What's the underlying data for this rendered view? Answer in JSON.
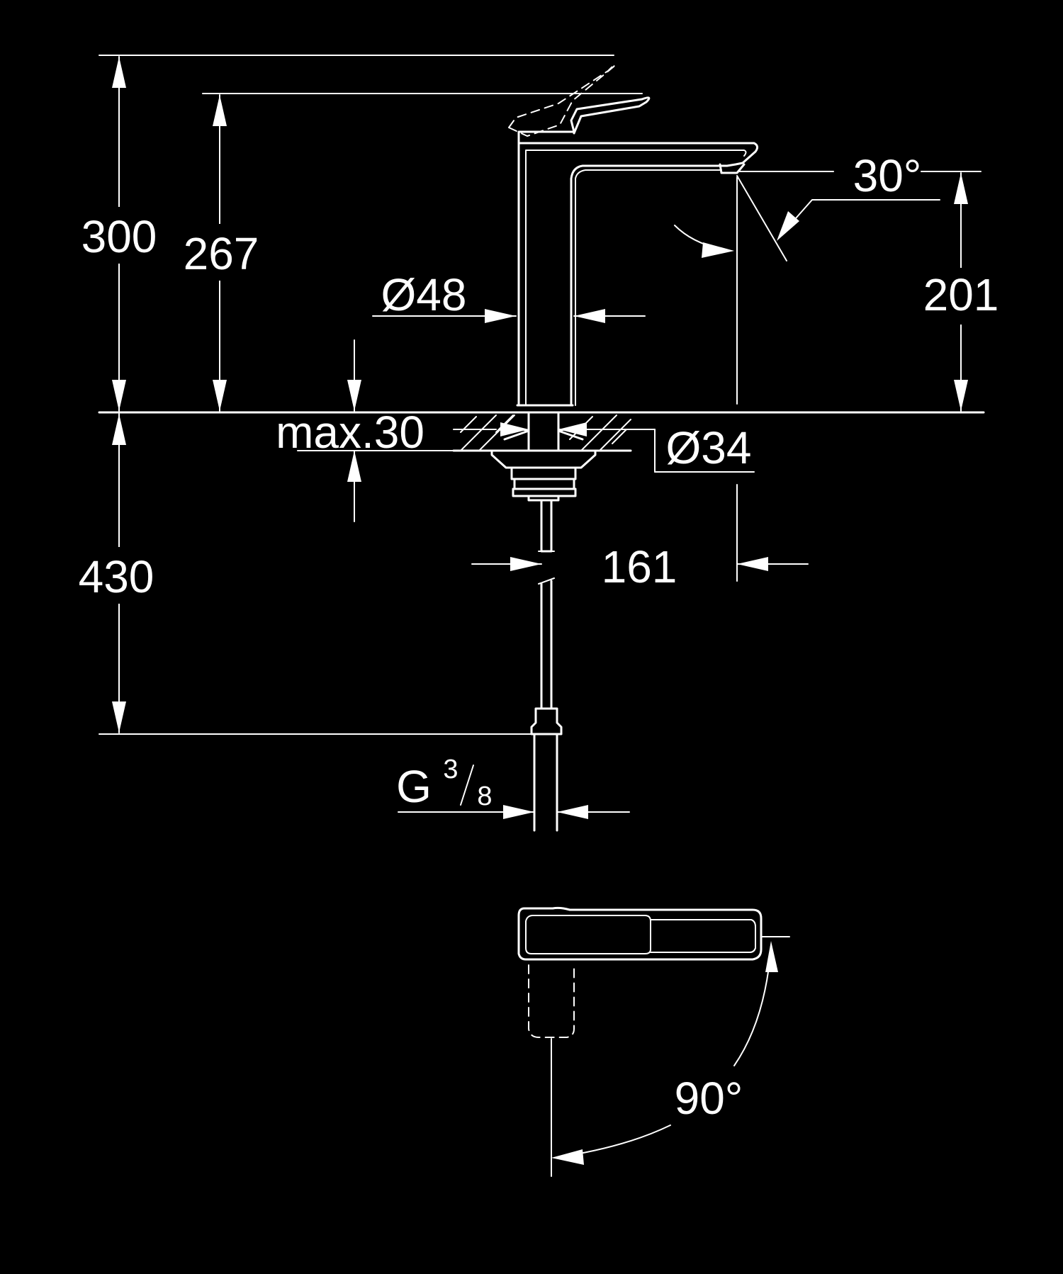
{
  "colors": {
    "background": "#000000",
    "line": "#ffffff"
  },
  "dimensions": {
    "height_total": "300",
    "height_handle": "267",
    "spout_height": "201",
    "body_diameter": "Ø48",
    "spout_angle": "30°",
    "deck_thickness": "max.30",
    "hole_diameter": "Ø34",
    "spout_reach": "161",
    "hose_length": "430",
    "thread_prefix": "G",
    "thread_numerator": "3",
    "thread_denominator": "8",
    "handle_rotation": "90°"
  }
}
